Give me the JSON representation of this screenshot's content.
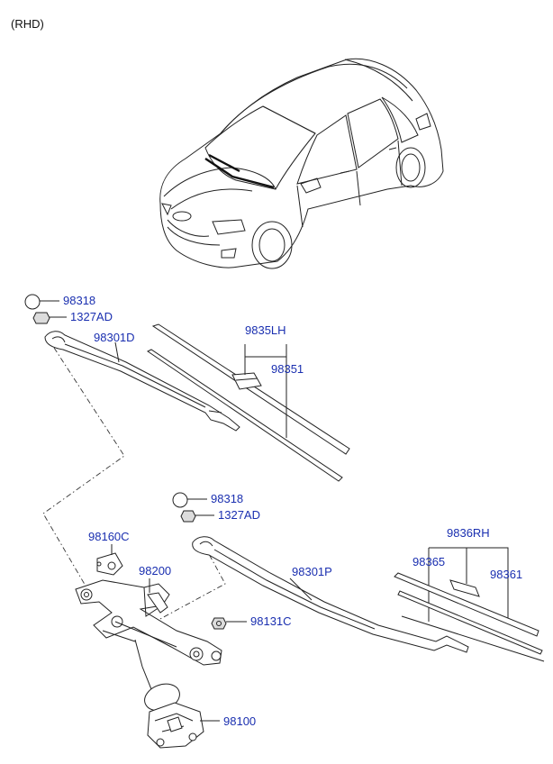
{
  "header": {
    "variant": "(RHD)"
  },
  "callouts": {
    "cap_1": "98318",
    "nut_1": "1327AD",
    "arm_driver": "98301D",
    "blade_lh": "9835LH",
    "refill_lh": "98351",
    "cap_2": "98318",
    "nut_2": "1327AD",
    "bracket": "98160C",
    "linkage": "98200",
    "arm_passenger": "98301P",
    "bolt": "98131C",
    "motor": "98100",
    "blade_rh": "9836RH",
    "refill_rh": "98365",
    "blade_rh_assy": "98361"
  },
  "colors": {
    "label": "#1a2fb0",
    "line": "#222222",
    "background": "#ffffff"
  }
}
